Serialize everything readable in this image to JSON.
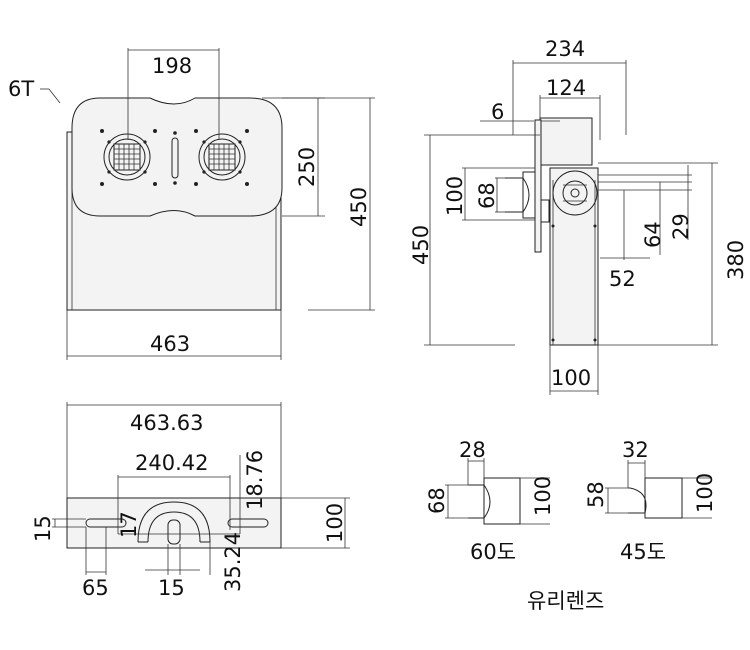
{
  "front_view": {
    "thickness_note": "6T",
    "hole_spacing": "198",
    "panel_height": "250",
    "total_height": "450",
    "width": "463"
  },
  "side_view": {
    "overall_depth": "234",
    "arm_depth": "124",
    "plate_thickness": "6",
    "total_height": "450",
    "lens_outer": "100",
    "lens_inner": "68",
    "mount_height": "380",
    "offset_a": "64",
    "offset_b": "29",
    "offset_c": "52",
    "base_width": "100"
  },
  "bottom_view": {
    "overall_width": "463.63",
    "slot_span": "240.42",
    "slot_offset": "18.76",
    "slot_depth": "17",
    "depth": "100",
    "edge_margin": "15",
    "left_offset": "65",
    "slot_width": "15",
    "center_offset": "35.24"
  },
  "lens_60": {
    "width": "28",
    "inner": "68",
    "outer": "100",
    "label": "60도"
  },
  "lens_45": {
    "width": "32",
    "inner": "58",
    "outer": "100",
    "label": "45도"
  },
  "lens_caption": "유리렌즈"
}
